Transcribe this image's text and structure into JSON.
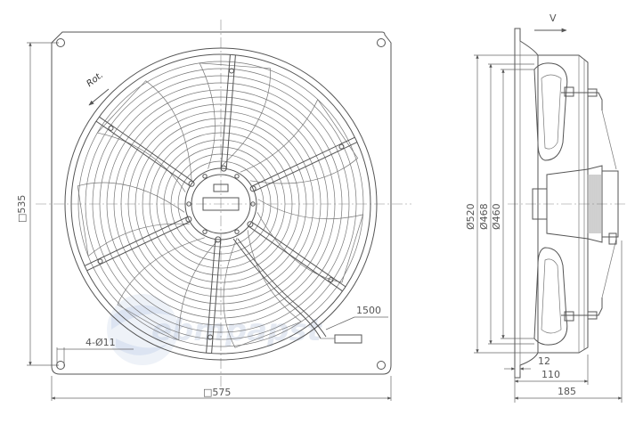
{
  "front_view": {
    "square_dim": "□535",
    "width_dim": "□575",
    "hole_dim": "4-Ø11",
    "cable_length": "1500",
    "rotation_label": "Rot."
  },
  "side_view": {
    "airflow_label": "V",
    "diameters": [
      "Ø520",
      "Ø468",
      "Ø460"
    ],
    "dim_12": "12",
    "dim_110": "110",
    "dim_185": "185"
  },
  "watermark": "ebmpapst"
}
